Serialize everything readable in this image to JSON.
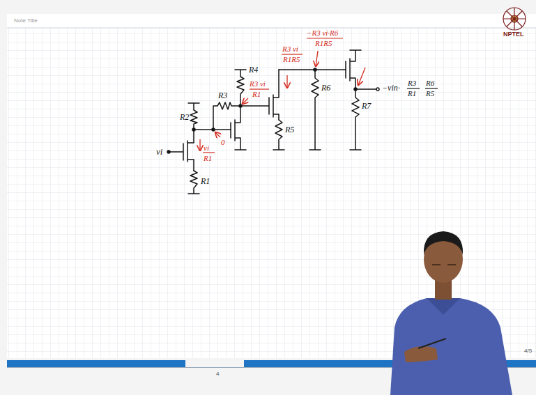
{
  "diagram": {
    "labels": [
      "Note Title",
      "NPTEL",
      "R2",
      "R3",
      "R4",
      "vi",
      "R1",
      "R5",
      "R6",
      "R7",
      "vi",
      "R1",
      "0",
      "R3 vi",
      "R1",
      "R3 vi",
      "R1R5",
      "−R3 vi·R6",
      "R1R5",
      "−vin·",
      "R3",
      "R1",
      "R6",
      "R5",
      "4",
      "4/5"
    ]
  }
}
